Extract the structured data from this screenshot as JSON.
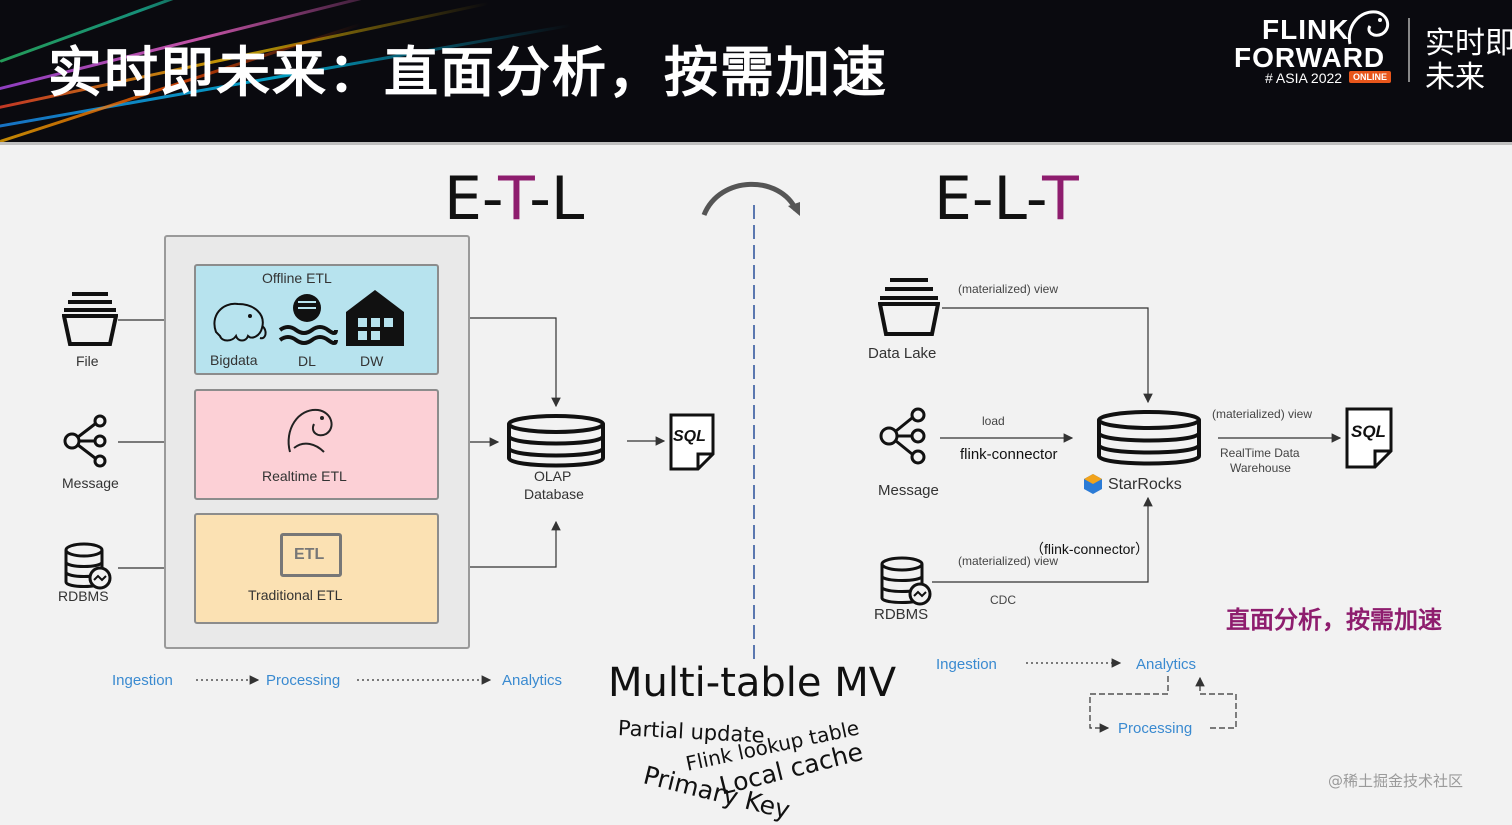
{
  "header": {
    "title": "实时即未来：直面分析，按需加速",
    "logo": {
      "line1": "FLINK",
      "line2": "FORWARD",
      "event": "# ASIA 2022",
      "badge": "ONLINE",
      "slogan_line1": "实时即",
      "slogan_line2": "未来"
    }
  },
  "left": {
    "heading": {
      "part1": "E-",
      "highlight": "T",
      "part2": "-L"
    },
    "sources": {
      "file": "File",
      "message": "Message",
      "rdbms": "RDBMS"
    },
    "offline": {
      "title": "Offline ETL",
      "bigdata": "Bigdata",
      "dl": "DL",
      "dw": "DW"
    },
    "realtime": {
      "title": "Realtime ETL"
    },
    "traditional": {
      "title": "Traditional ETL",
      "icon_text": "ETL"
    },
    "olap": {
      "line1": "OLAP",
      "line2": "Database"
    },
    "sql": "SQL",
    "flow": {
      "ingestion": "Ingestion",
      "processing": "Processing",
      "analytics": "Analytics"
    }
  },
  "right": {
    "heading": {
      "part1": "E-L-",
      "highlight": "T"
    },
    "sources": {
      "lake": "Data Lake",
      "message": "Message",
      "rdbms": "RDBMS"
    },
    "view_top": "(materialized)  view",
    "load": "load",
    "flink_connector": "flink-connector",
    "flink_connector_paren": "（flink-connector）",
    "view_bottom": "(materialized)  view",
    "cdc": "CDC",
    "starrocks": "StarRocks",
    "view_right": "(materialized)  view",
    "warehouse": {
      "line1": "RealTime Data",
      "line2": "Warehouse"
    },
    "sql": "SQL",
    "slogan": "直面分析，按需加速",
    "flow": {
      "ingestion": "Ingestion",
      "analytics": "Analytics",
      "processing": "Processing"
    }
  },
  "center": {
    "mv": "Multi-table MV",
    "partial": "Partial update",
    "lookup": "Flink lookup table",
    "cache": "Local cache",
    "pk": "Primary Key"
  },
  "watermark": "@稀土掘金技术社区"
}
